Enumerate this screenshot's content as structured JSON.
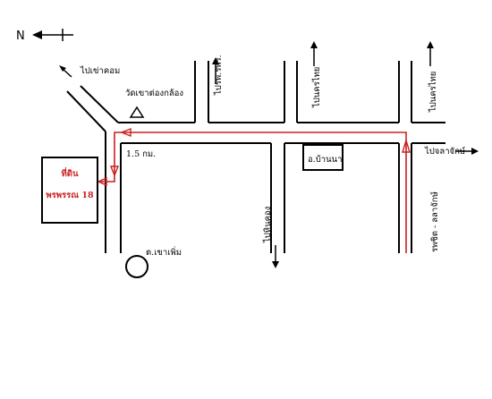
{
  "compass": {
    "letter": "N",
    "icon": "north-arrow-icon"
  },
  "labels": {
    "to_khao_kho": "ไปเข่าคอม",
    "wat_khao_tong": "วัดเขาต่องกล้อง",
    "to_rong_phayaban": "ไปรพ.รพร.",
    "to_nakhon_thai_1": "ไปนครไทย",
    "to_nakhon_thai_2": "ไปนครไทย",
    "distance": "1.5 กม.",
    "amphoe_office": "อ.บ้านนา",
    "to_nong_krathing": "ไปหินคอง",
    "to_chat_trakan": "ไปจลาจักษ์",
    "road_name": "รพชิต - ลลาจักษ์",
    "pond": "ต.เขาเพิ่ม"
  },
  "site": {
    "title": "ที่ดิน",
    "name": "พรพรรณ 18",
    "color": "#cc1f1f"
  },
  "colors": {
    "route": "#cc1f1f",
    "road": "#000000"
  }
}
